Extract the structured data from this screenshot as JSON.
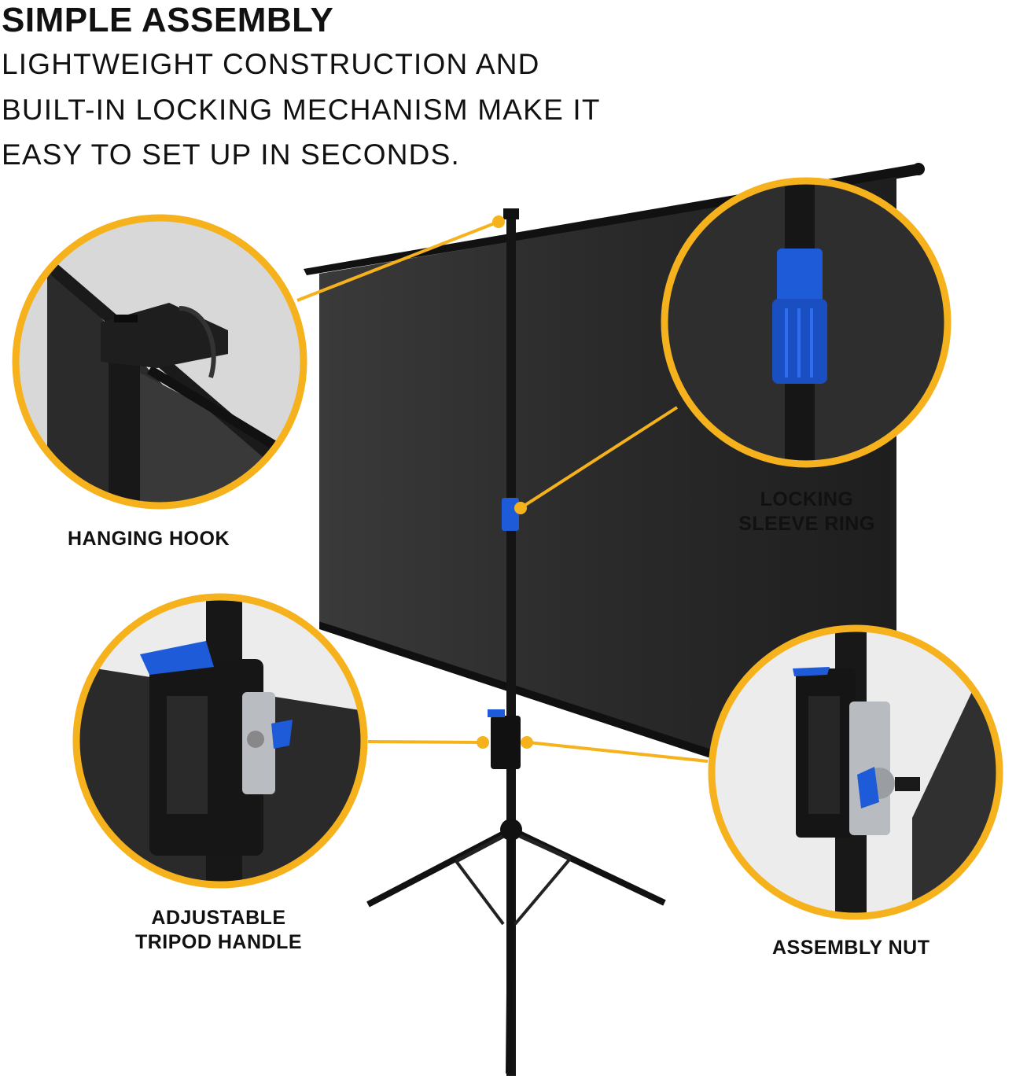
{
  "headline": "SIMPLE ASSEMBLY",
  "description_lines": [
    "LIGHTWEIGHT CONSTRUCTION AND",
    "BUILT-IN LOCKING MECHANISM MAKE IT",
    "EASY TO SET UP IN SECONDS."
  ],
  "callouts": {
    "hanging_hook": "HANGING HOOK",
    "locking_ring_line1": "LOCKING",
    "locking_ring_line2": "SLEEVE RING",
    "tripod_handle_line1": "ADJUSTABLE",
    "tripod_handle_line2": "TRIPOD HANDLE",
    "assembly_nut": "ASSEMBLY NUT"
  },
  "colors": {
    "accent": "#f5b21d",
    "screen": "#2a2a2a",
    "frame": "#111111",
    "blue_part": "#1e5bd8"
  }
}
